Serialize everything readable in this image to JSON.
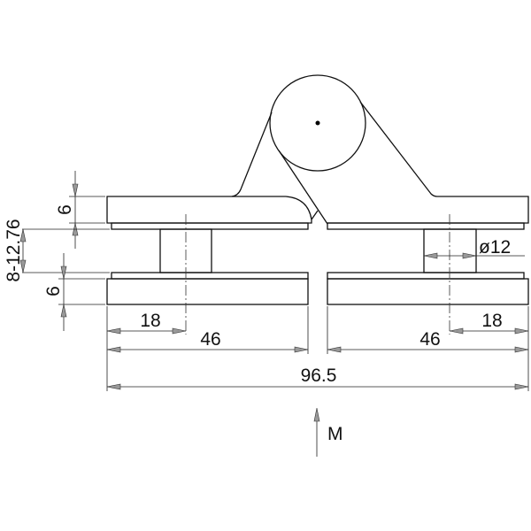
{
  "drawing": {
    "dimensions": {
      "top_plate_thickness": "6",
      "bottom_plate_thickness": "6",
      "glass_gap": "8-12.76",
      "left_hole_offset": "18",
      "left_width": "46",
      "right_width": "46",
      "right_hole_offset": "18",
      "post_diameter": "ø12",
      "overall_width": "96.5"
    },
    "load_label": "M"
  }
}
